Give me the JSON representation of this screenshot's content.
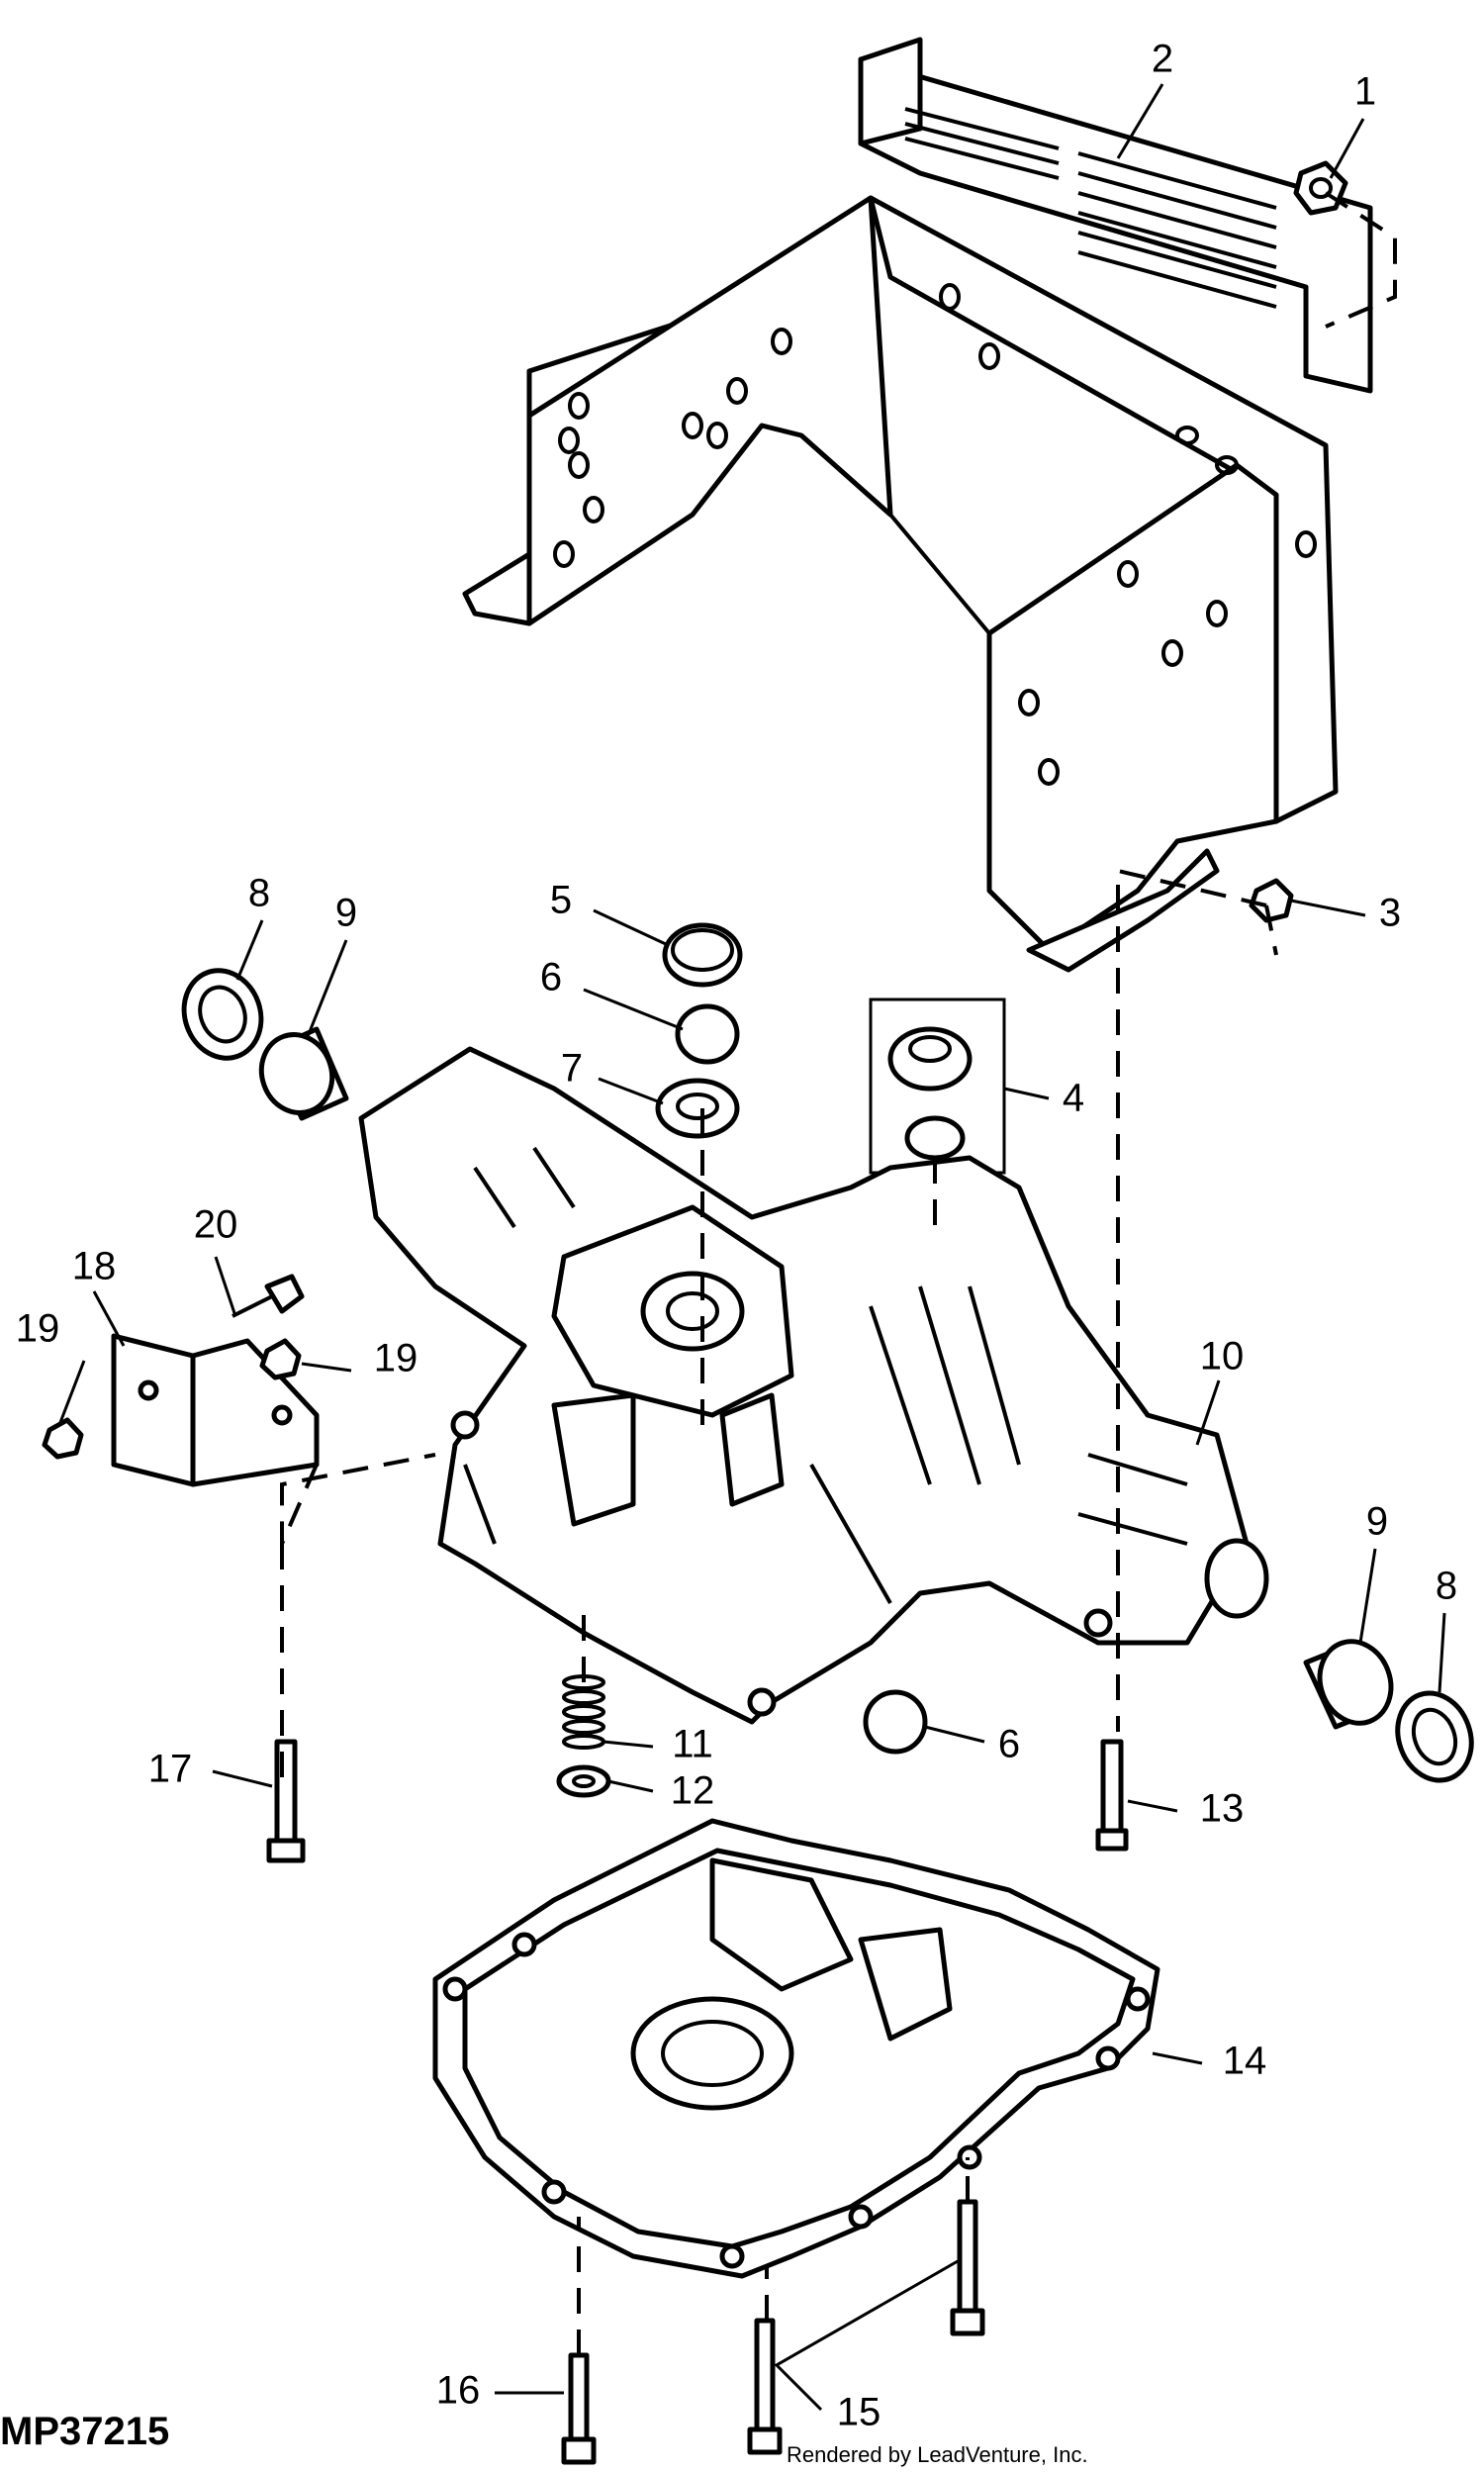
{
  "diagram": {
    "figure_id": "MP37215",
    "render_credit": "Rendered by LeadVenture, Inc.",
    "callouts": [
      {
        "id": "c1",
        "label": "1"
      },
      {
        "id": "c2",
        "label": "2"
      },
      {
        "id": "c3",
        "label": "3"
      },
      {
        "id": "c4",
        "label": "4"
      },
      {
        "id": "c5",
        "label": "5"
      },
      {
        "id": "c6a",
        "label": "6"
      },
      {
        "id": "c6b",
        "label": "6"
      },
      {
        "id": "c7",
        "label": "7"
      },
      {
        "id": "c8a",
        "label": "8"
      },
      {
        "id": "c8b",
        "label": "8"
      },
      {
        "id": "c9a",
        "label": "9"
      },
      {
        "id": "c9b",
        "label": "9"
      },
      {
        "id": "c10",
        "label": "10"
      },
      {
        "id": "c11",
        "label": "11"
      },
      {
        "id": "c12",
        "label": "12"
      },
      {
        "id": "c13",
        "label": "13"
      },
      {
        "id": "c14",
        "label": "14"
      },
      {
        "id": "c15",
        "label": "15"
      },
      {
        "id": "c16",
        "label": "16"
      },
      {
        "id": "c17",
        "label": "17"
      },
      {
        "id": "c18",
        "label": "18"
      },
      {
        "id": "c19a",
        "label": "19"
      },
      {
        "id": "c19b",
        "label": "19"
      },
      {
        "id": "c20",
        "label": "20"
      }
    ]
  }
}
